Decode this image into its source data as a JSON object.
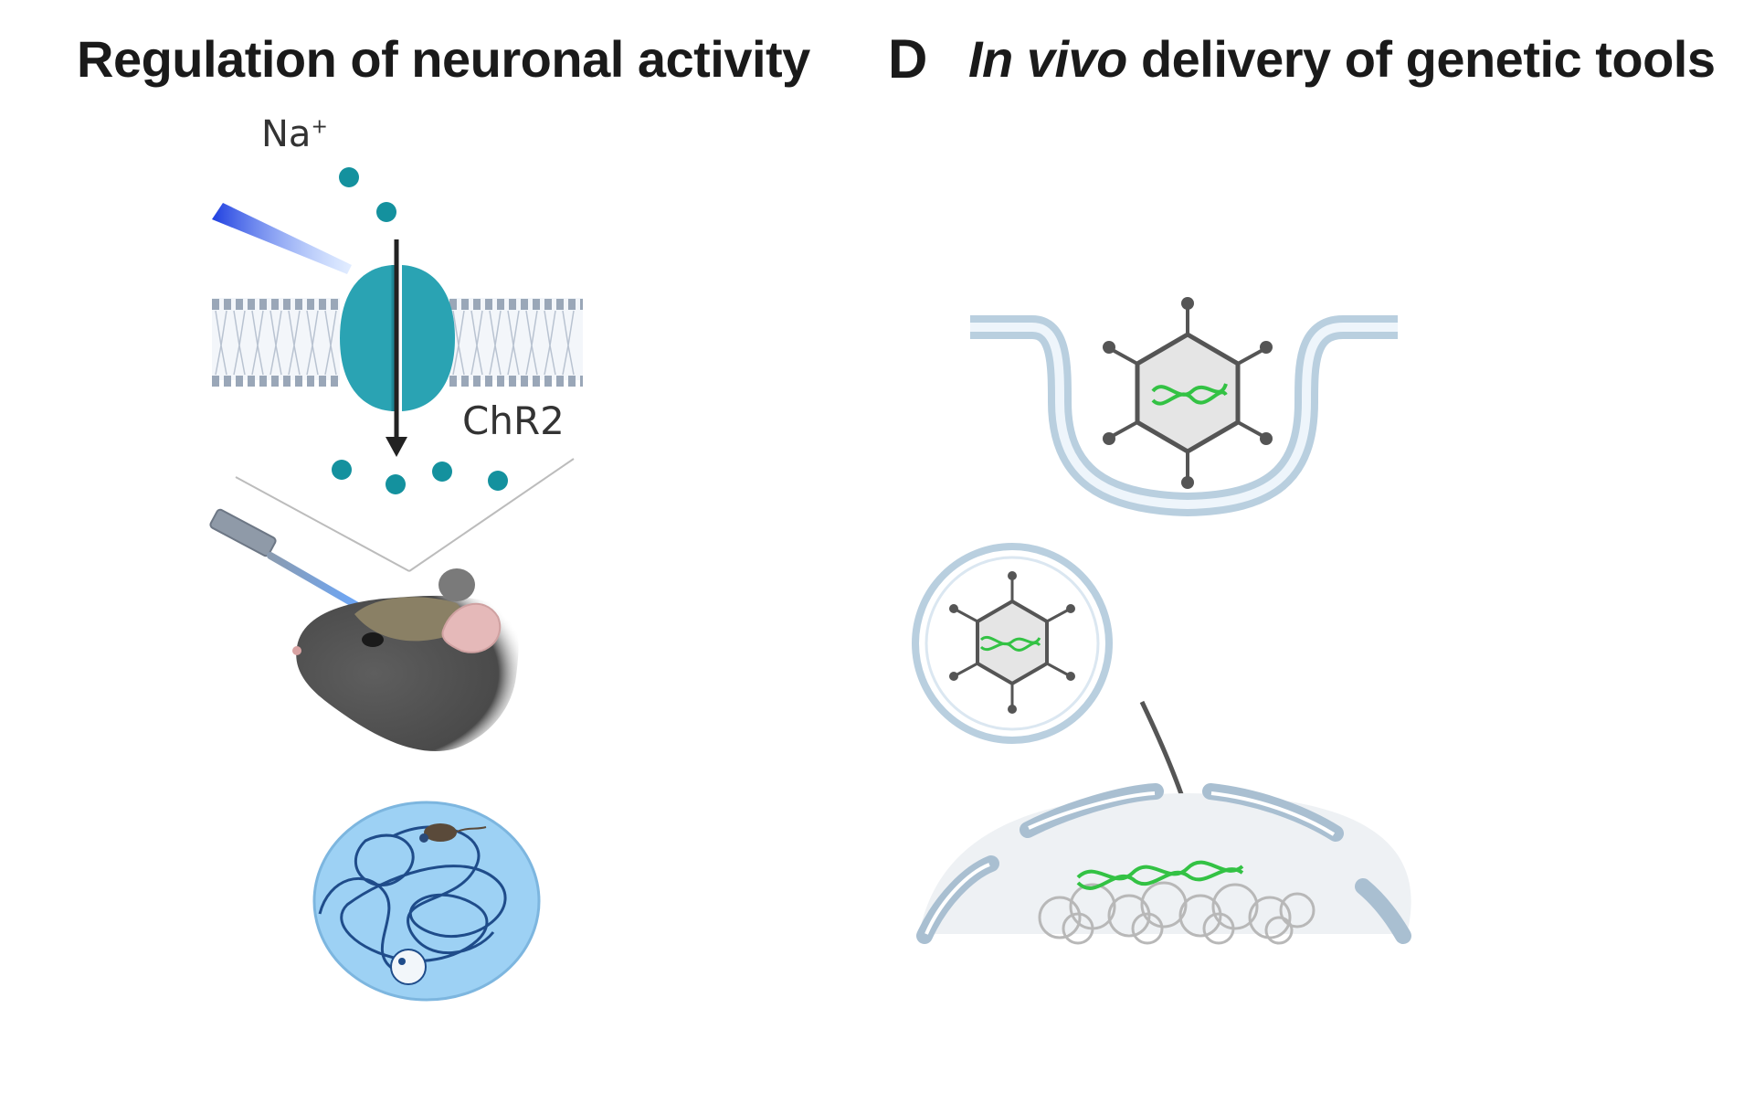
{
  "panel_c": {
    "title": "Regulation of neuronal activity",
    "ion_label": "Na",
    "ion_charge": "+",
    "channel_label": "ChR2"
  },
  "panel_d": {
    "letter": "D",
    "title_italic": "In vivo",
    "title_rest": " delivery of genetic tools"
  },
  "colors": {
    "channel": "#2aa3b3",
    "ion": "#14919e",
    "light": "#1f4fe0",
    "membrane": "#9aa7b8",
    "cell_membrane": "#b9cfdf",
    "dna": "#33c244",
    "arena": "#9dd1f4",
    "capsid": "#555555"
  }
}
